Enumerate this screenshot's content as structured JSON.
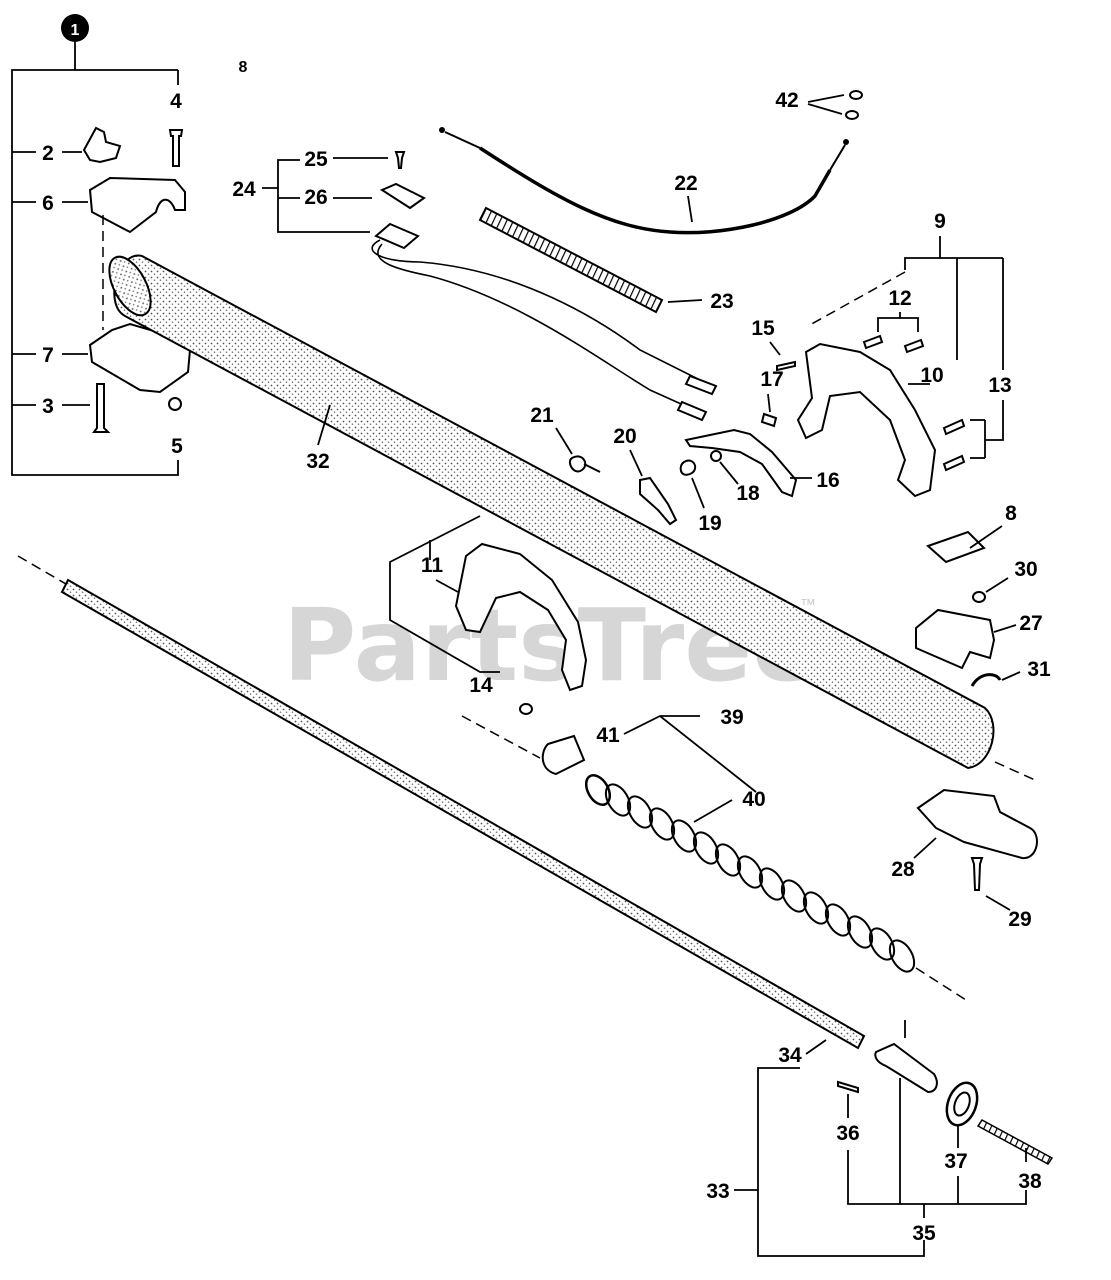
{
  "assembly_marker": "1",
  "stray_label": "8",
  "watermark": {
    "text": "PartsTree",
    "trademark": "™"
  },
  "callouts": {
    "n2": "2",
    "n3": "3",
    "n4": "4",
    "n5": "5",
    "n6": "6",
    "n7": "7",
    "n8": "8",
    "n9": "9",
    "n10": "10",
    "n11": "11",
    "n12": "12",
    "n13": "13",
    "n14": "14",
    "n15": "15",
    "n16": "16",
    "n17": "17",
    "n18": "18",
    "n19": "19",
    "n20": "20",
    "n21": "21",
    "n22": "22",
    "n23": "23",
    "n24": "24",
    "n25": "25",
    "n26": "26",
    "n27": "27",
    "n28": "28",
    "n29": "29",
    "n30": "30",
    "n31": "31",
    "n32": "32",
    "n33": "33",
    "n34": "34",
    "n35": "35",
    "n36": "36",
    "n37": "37",
    "n38": "38",
    "n39": "39",
    "n40": "40",
    "n41": "41",
    "n42": "42"
  }
}
